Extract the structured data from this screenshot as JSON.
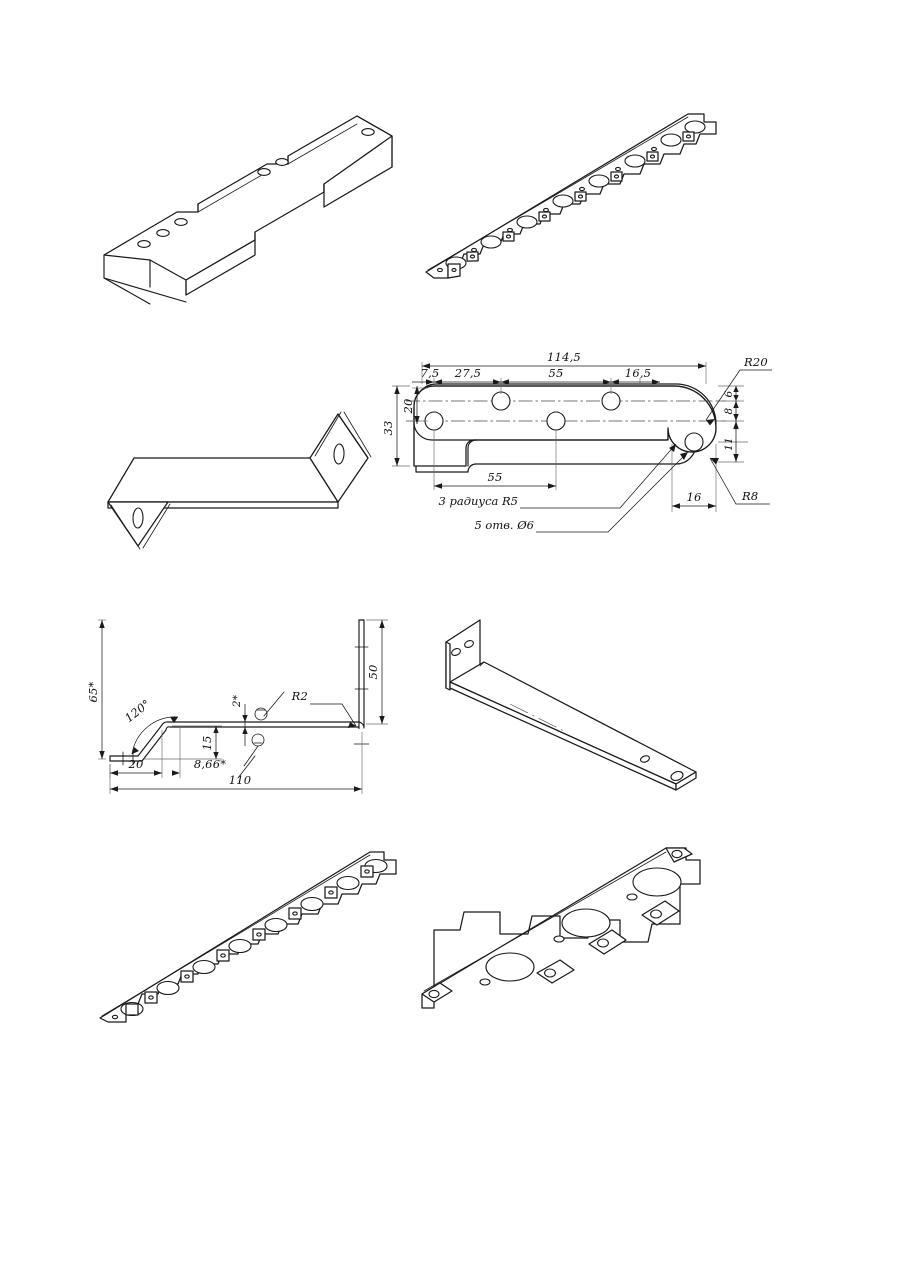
{
  "sheet": {
    "title": "Sheet-metal bracket detail drawing sheet",
    "background_color": "#ffffff",
    "line_color": "#1a1a1a",
    "figure_count": 8
  },
  "figures": [
    {
      "id": "fig-channel-iso",
      "name": "U-channel bracket with three mounting pads (isometric)",
      "position": "top-left"
    },
    {
      "id": "fig-perforated-strip-iso-1",
      "name": "Perforated mounting strip with tabs (isometric)",
      "position": "top-right"
    },
    {
      "id": "fig-z-bracket-iso",
      "name": "Z-shaped offset bracket with end flanges (isometric)",
      "position": "middle-left"
    },
    {
      "id": "fig-plate-plan",
      "name": "Flat plate plan view with dimensions",
      "position": "middle-right"
    },
    {
      "id": "fig-side-profile",
      "name": "Bent profile side view with dimensions",
      "position": "lower-left"
    },
    {
      "id": "fig-l-bracket-iso",
      "name": "L-shaped angle bracket (isometric)",
      "position": "lower-right"
    },
    {
      "id": "fig-perforated-strip-iso-2",
      "name": "Perforated mounting strip with tabs (isometric)",
      "position": "bottom-left"
    },
    {
      "id": "fig-perforated-plate-iso",
      "name": "Perforated plate with large holes and tabs (isometric)",
      "position": "bottom-right"
    }
  ],
  "plan_view": {
    "name": "flat-plate-plan-view",
    "horizontal_chain": {
      "overall": "114,5",
      "segments": [
        "7,5",
        "27,5",
        "55",
        "16,5"
      ]
    },
    "lower_chain": "55",
    "vertical_left": {
      "overall": "33",
      "inner": "20"
    },
    "vertical_right": [
      "6",
      "8",
      "11"
    ],
    "tab_width": "16",
    "radii": {
      "large": "R20",
      "small": "R8"
    },
    "notes": [
      "3 радиуса R5",
      "5 отв. Ø6"
    ]
  },
  "side_view": {
    "name": "bent-profile-side-view",
    "height_left": "65*",
    "height_right": "50",
    "overall_length": "110",
    "step_height": "15",
    "flange_length": "20",
    "offset": "8,66*",
    "thickness": "2*",
    "bend_angle": "120°",
    "bend_radius": "R2",
    "surface_finish_symbol": "roughness-circle"
  }
}
